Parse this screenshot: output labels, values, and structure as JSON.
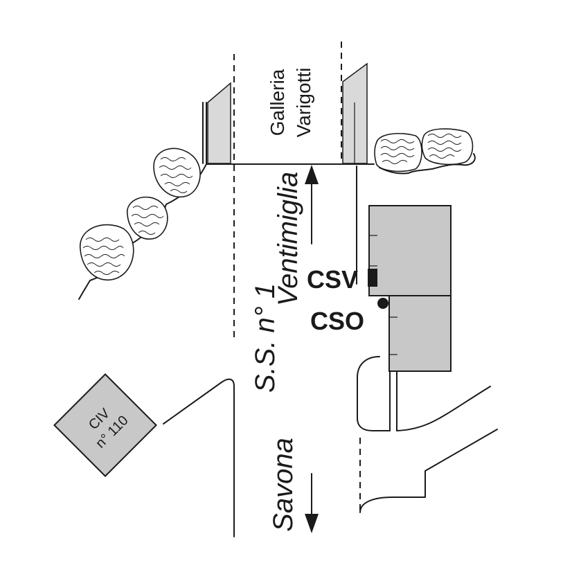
{
  "labels": {
    "tunnel_line1": "Galleria",
    "tunnel_line2": "Varigotti",
    "road": "S.S. n° 1",
    "direction_north": "Ventimiglia",
    "direction_south": "Savona",
    "station_v": "CSV",
    "station_o": "CSO",
    "civic_line1": "CIV",
    "civic_line2": "n° 110"
  },
  "colors": {
    "building_fill": "#c8c8c8",
    "tunnel_fill": "#d9d9d9",
    "line": "#1a1a1a"
  },
  "icons": {
    "arrow_north": "arrow-up-icon",
    "arrow_south": "arrow-down-icon",
    "station_v_marker": "square-marker-icon",
    "station_o_marker": "dot-marker-icon"
  }
}
